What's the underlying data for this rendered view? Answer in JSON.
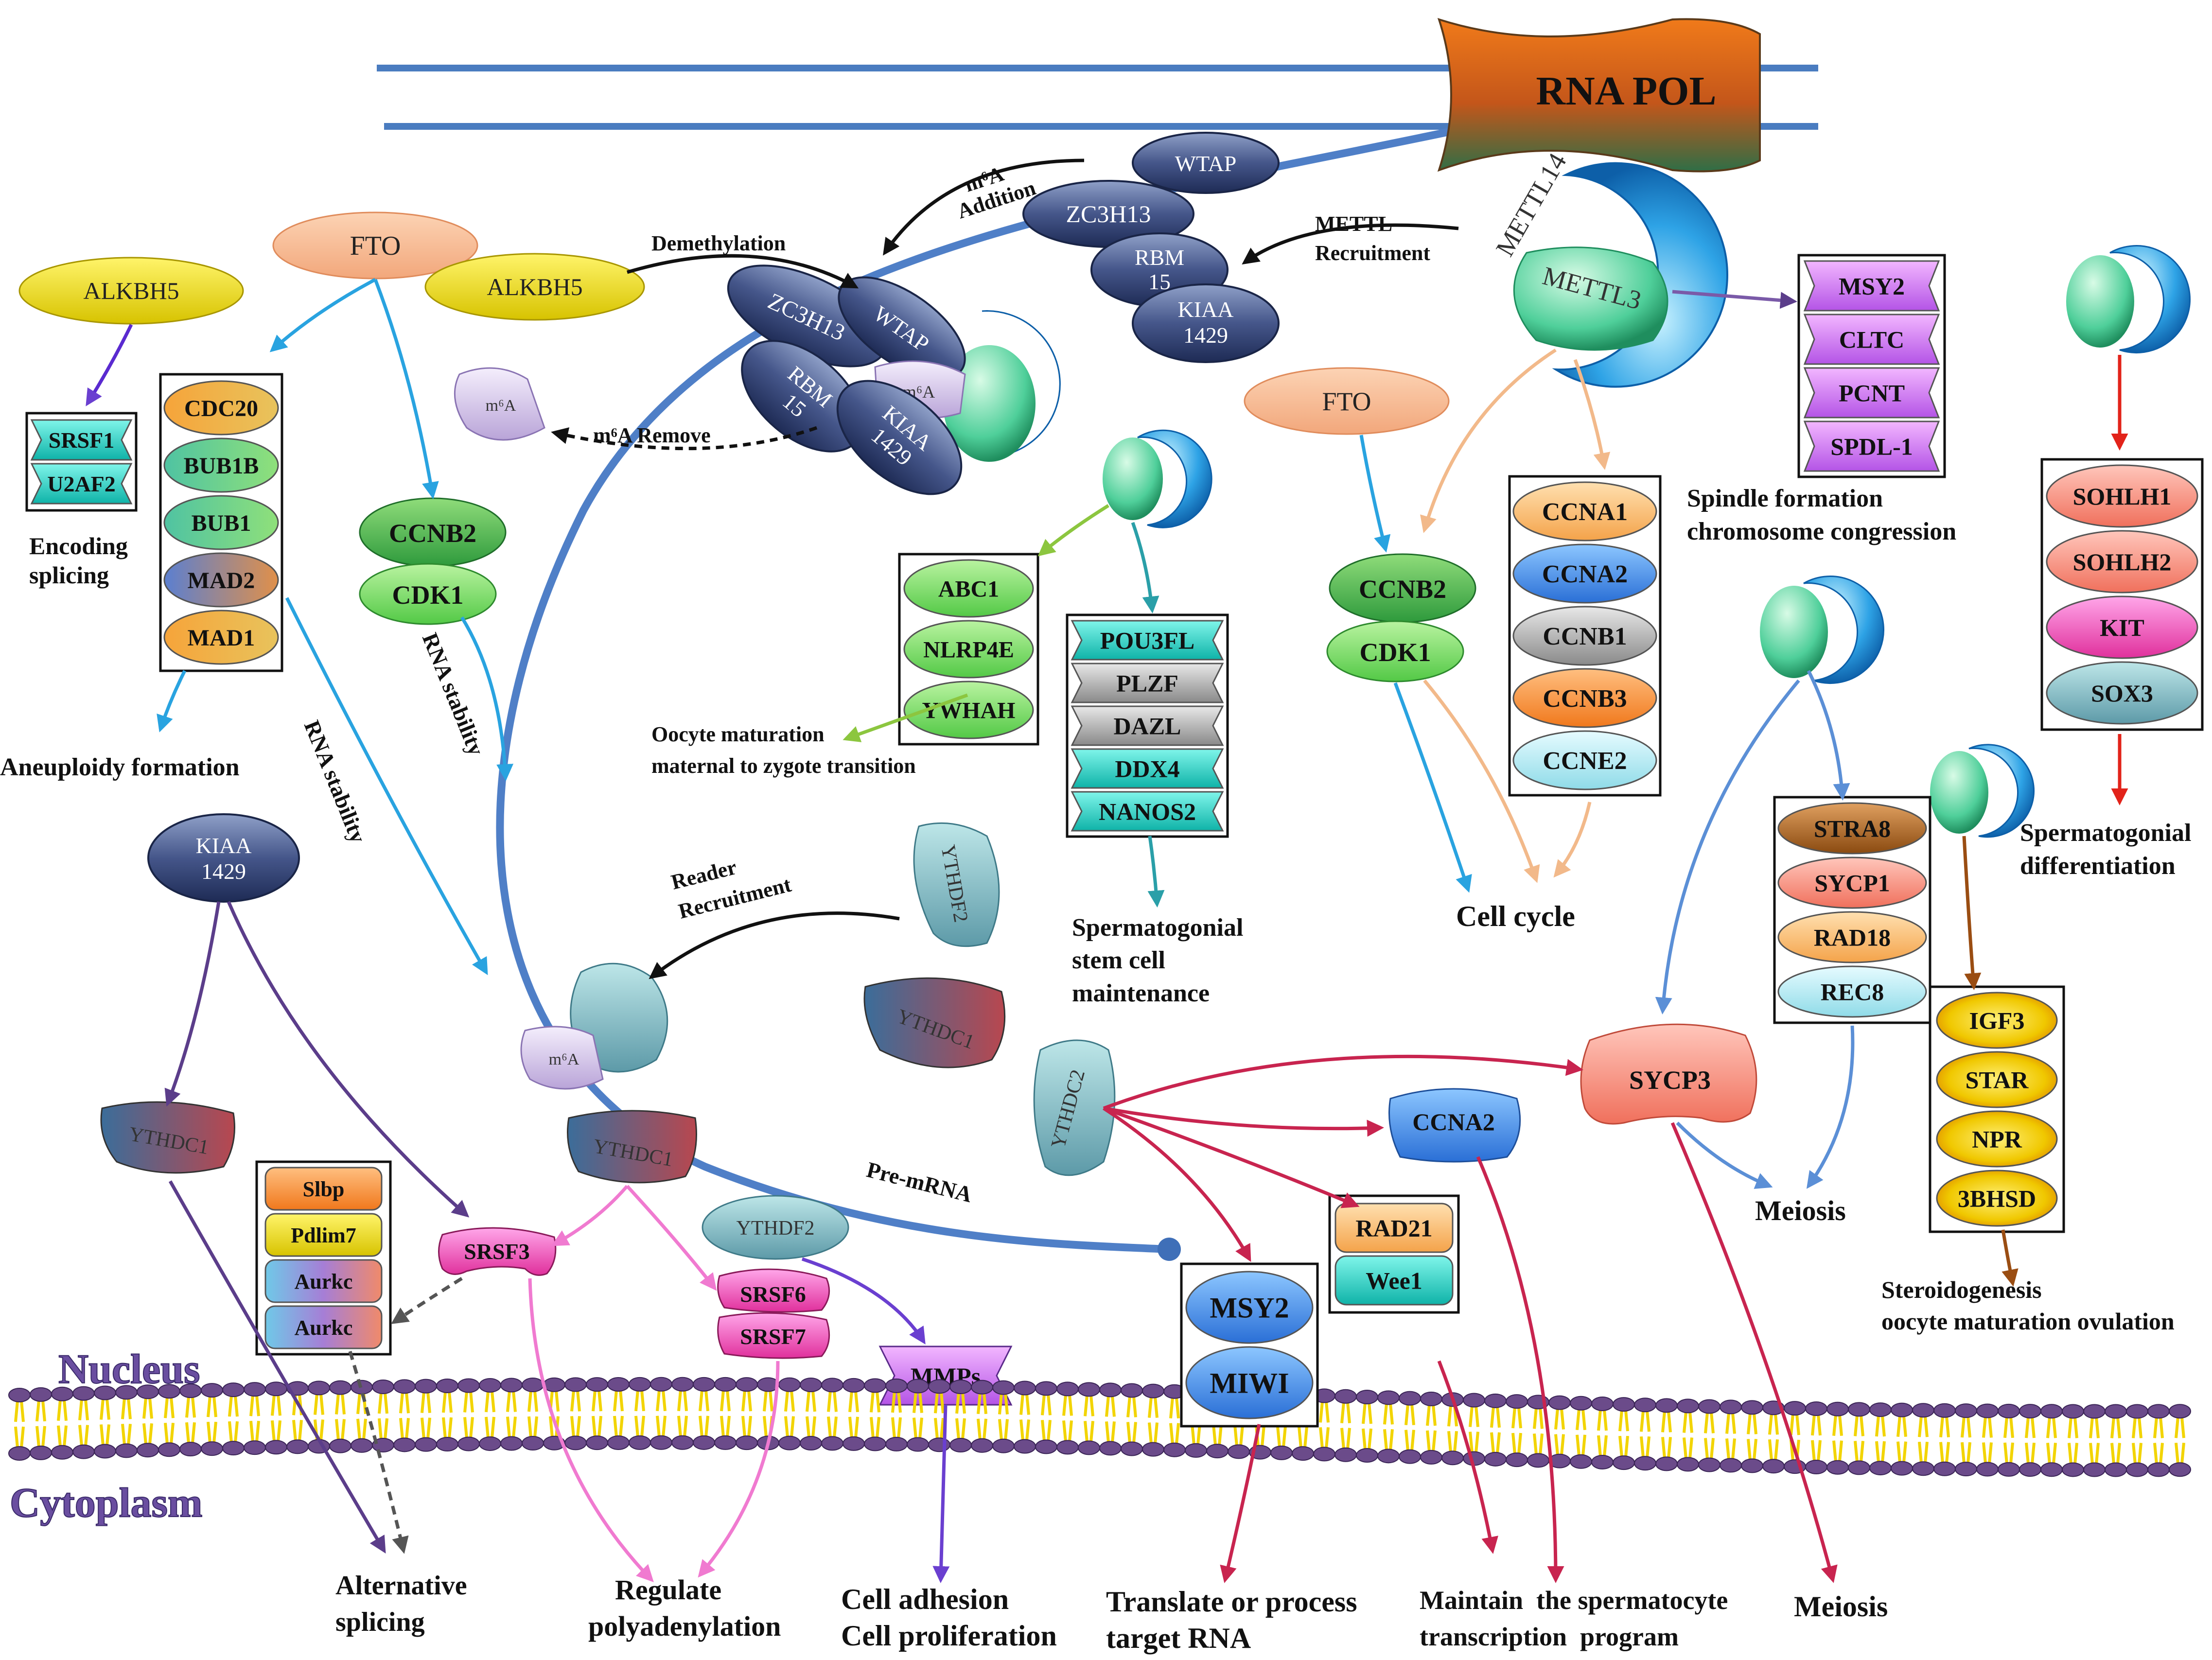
{
  "rna_pol": {
    "label": "RNA POL"
  },
  "nodes": {
    "top_complex": {
      "wtap": "WTAP",
      "zc3h13": "ZC3H13",
      "rbm_1": "RBM",
      "rbm_2": "15",
      "kiaa_1": "KIAA",
      "kiaa_2": "1429"
    },
    "mid_complex": {
      "zc3h13": "ZC3H13",
      "wtap": "WTAP",
      "rbm_1": "RBM",
      "rbm_2": "15",
      "m6a": "m⁶A",
      "kiaa_1": "KIAA",
      "kiaa_2": "1429"
    },
    "mettl14": "METTL14",
    "mettl3": "METTL3",
    "fto_left": "FTO",
    "alkbh5_left": "ALKBH5",
    "alkbh5_mid": "ALKBH5",
    "fto_right": "FTO",
    "m6a_removed": "m⁶A",
    "m6a_read": "m⁶A",
    "kiaa_left_1": "KIAA",
    "kiaa_left_2": "1429",
    "ythdf2_top": "YTHDF2",
    "ythdc1_mid": "YTHDC1",
    "ythdc2": "YTHDC2",
    "ythdc1_left": "YTHDC1",
    "ythdc1_center": "YTHDC1",
    "ythdf2_low": "YTHDF2",
    "srsf3": "SRSF3",
    "srsf6": "SRSF6",
    "srsf7": "SRSF7",
    "mmps": "MMPs",
    "ccnb2_left": "CCNB2",
    "cdk1_left": "CDK1",
    "ccnb2_right": "CCNB2",
    "cdk1_right": "CDK1",
    "ccna2_low": "CCNA2",
    "sycp3": "SYCP3"
  },
  "boxes": {
    "srsf_box": [
      "SRSF1",
      "U2AF2"
    ],
    "spindle_checkpoint": [
      "CDC20",
      "BUB1B",
      "BUB1",
      "MAD2",
      "MAD1"
    ],
    "oocyte_box": [
      "ABC1",
      "NLRP4E",
      "YWHAH"
    ],
    "ssc_box": [
      "POU3FL",
      "PLZF",
      "DAZL",
      "DDX4",
      "NANOS2"
    ],
    "spindle_box": [
      "MSY2",
      "CLTC",
      "PCNT",
      "SPDL-1"
    ],
    "cyclin_box": [
      "CCNA1",
      "CCNA2",
      "CCNB1",
      "CCNB3",
      "CCNE2"
    ],
    "sohlh_box": [
      "SOHLH1",
      "SOHLH2",
      "KIT",
      "SOX3"
    ],
    "meiosis_box": [
      "STRA8",
      "SYCP1",
      "RAD18",
      "REC8"
    ],
    "steroid_box": [
      "IGF3",
      "STAR",
      "NPR",
      "3BHSD"
    ],
    "slbp_box": [
      "Slbp",
      "Pdlim7",
      "Aurkc",
      "Aurkc"
    ],
    "rad_box": [
      "RAD21",
      "Wee1"
    ],
    "msy_box": [
      "MSY2",
      "MIWI"
    ]
  },
  "labels": {
    "m6a_addition_1": "m⁶A",
    "m6a_addition_2": "Addition",
    "demethylation": "Demethylation",
    "mettl_recruitment_1": "METTL",
    "mettl_recruitment_2": "Recruitment",
    "m6a_remove": "m⁶A Remove",
    "encoding_splicing_1": "Encoding",
    "encoding_splicing_2": "splicing",
    "aneuploidy": "Aneuploidy formation",
    "rna_stability_1": "RNA stability",
    "rna_stability_2": "RNA stability",
    "spindle_formation_1": "Spindle formation",
    "spindle_formation_2": "chromosome congression",
    "oocyte_maturation_1": "Oocyte maturation",
    "oocyte_maturation_2": "maternal to zygote transition",
    "ssc_1": "Spermatogonial",
    "ssc_2": "stem cell",
    "ssc_3": "maintenance",
    "cell_cycle": "Cell cycle",
    "sperm_diff_1": "Spermatogonial",
    "sperm_diff_2": "differentiation",
    "reader_recruitment_1": "Reader",
    "reader_recruitment_2": "Recruitment",
    "pre_mrna": "Pre-mRNA",
    "meiosis_mid": "Meiosis",
    "steroid_1": "Steroidogenesis",
    "steroid_2": "oocyte maturation ovulation",
    "nucleus": "Nucleus",
    "cytoplasm": "Cytoplasm",
    "alt_splicing_1": "Alternative",
    "alt_splicing_2": "splicing",
    "regulate_1": "Regulate",
    "regulate_2": "polyadenylation",
    "cell_adhesion_1": "Cell adhesion",
    "cell_adhesion_2": "Cell proliferation",
    "translate_1": "Translate or process",
    "translate_2": "target RNA",
    "maintain_1": "Maintain  the spermatocyte",
    "maintain_2": "transcription  program",
    "meiosis_bottom": "Meiosis"
  },
  "colors": {
    "dna": "#4a7cc0",
    "rna_strand": "#4f7fc7",
    "arrow_black": "#111111",
    "arrow_light_blue": "#29a3e0",
    "arrow_crimson": "#c8244f",
    "arrow_pink": "#f07ad0",
    "arrow_purple": "#5b3d8a",
    "arrow_violet": "#6a3fd0",
    "arrow_peach": "#f2b98a",
    "arrow_green": "#8cc63f",
    "arrow_teal": "#2a9fa8",
    "arrow_steel": "#5b8fd6",
    "arrow_red": "#e2231a",
    "arrow_brown": "#9a4d12",
    "membrane_head": "#6b4b8a",
    "membrane_tail": "#ffe44a"
  }
}
